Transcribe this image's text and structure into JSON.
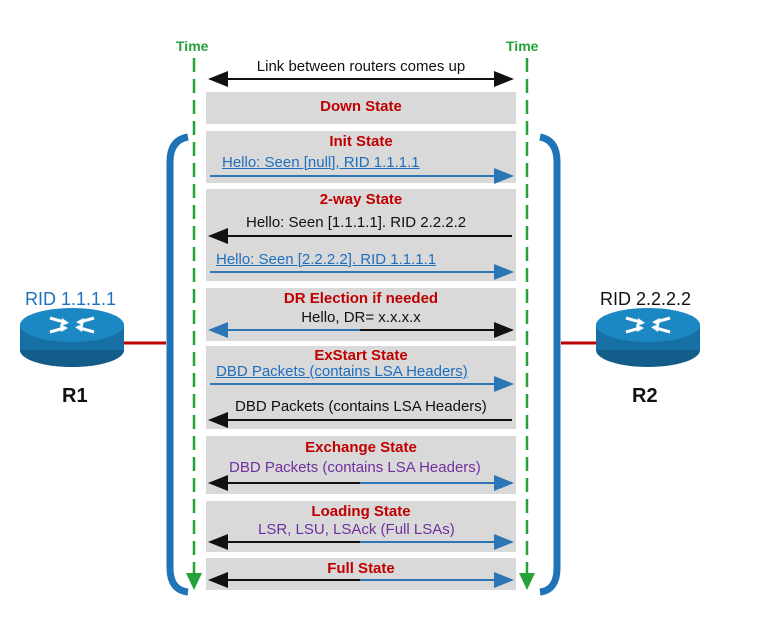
{
  "time_label": "Time",
  "link_up": "Link between routers comes up",
  "r1": {
    "rid": "RID 1.1.1.1",
    "name": "R1"
  },
  "r2": {
    "rid": "RID 2.2.2.2",
    "name": "R2"
  },
  "states": {
    "down": "Down State",
    "init": "Init State",
    "twoway": "2-way State",
    "dr": "DR Election if needed",
    "exstart": "ExStart State",
    "exchange": "Exchange State",
    "loading": "Loading State",
    "full": "Full State"
  },
  "messages": {
    "init_hello": "Hello: Seen [null], RID 1.1.1.1",
    "twoway_hello_r2": "Hello: Seen [1.1.1.1]. RID 2.2.2.2",
    "twoway_hello_r1": "Hello: Seen [2.2.2.2]. RID 1.1.1.1",
    "dr_hello": "Hello, DR= x.x.x.x",
    "exstart_dbd_r1": "DBD Packets (contains LSA Headers)",
    "exstart_dbd_r2": "DBD Packets (contains LSA Headers)",
    "exchange_dbd": "DBD Packets (contains LSA Headers)",
    "loading_msgs": "LSR, LSU, LSAck (Full LSAs)"
  },
  "colors": {
    "time_green": "#23a23a",
    "state_red": "#c00000",
    "arrow_blue": "#2e75b6",
    "bracket_blue": "#1f73b7",
    "router_blue": "#1b88c4",
    "link_red": "#c00000",
    "box_gray": "#d9d9d9"
  }
}
